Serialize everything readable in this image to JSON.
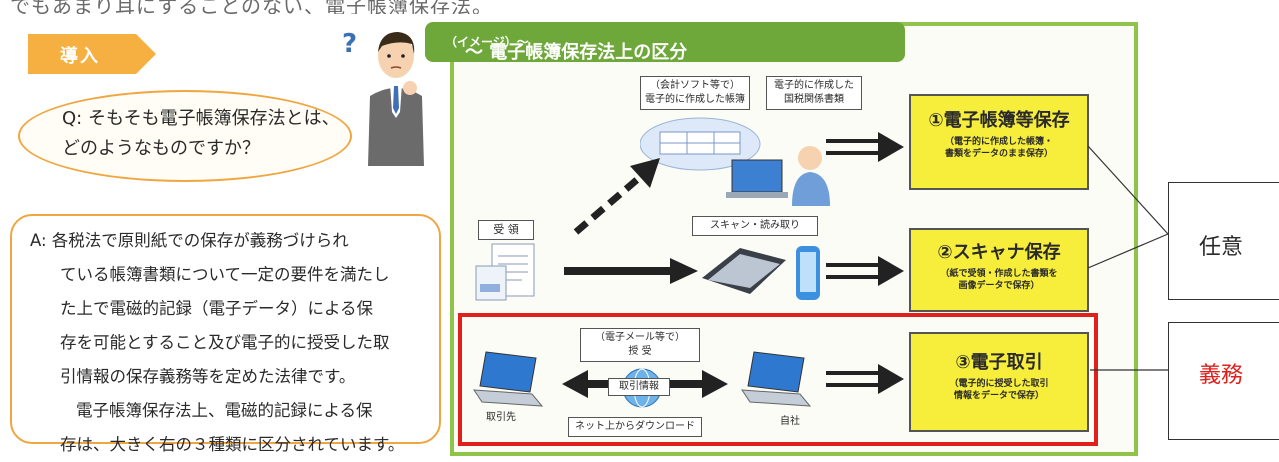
{
  "top_text": "でもあまり耳にすることのない、電子帳簿保存法。",
  "intro_label": "導入",
  "question": {
    "line1": "Q: そもそも電子帳簿保存法とは、",
    "line2": "どのようなものですか？"
  },
  "answer": {
    "lines": [
      "A: 各税法で原則紙での保存が義務づけられ",
      "ている帳簿書類について一定の要件を満たし",
      "た上で電磁的記録（電子データ）による保",
      "存を可能とすること及び電子的に授受した取",
      "引情報の保存義務等を定めた法律です。",
      "電子帳簿保存法上、電磁的記録による保",
      "存は、大きく右の３種類に区分されています。"
    ]
  },
  "diagram": {
    "title": "〜 電子帳簿保存法上の区分",
    "title_suffix": "（イメージ）〜",
    "label_accounting": {
      "line1": "（会計ソフト等で）",
      "line2": "電子的に作成した帳簿"
    },
    "label_tax_docs": {
      "line1": "電子的に作成した",
      "line2": "国税関係書類"
    },
    "label_receipt": "受 領",
    "label_scan": "スキャン・読み取り",
    "label_email": {
      "line1": "（電子メール等で）",
      "line2": "授 受"
    },
    "label_trade_info": "取引情報",
    "label_download": "ネット上からダウンロード",
    "label_partner": "取引先",
    "label_self": "自社",
    "boxes": [
      {
        "heading": "①電子帳簿等保存",
        "sub1": "（電子的に作成した帳簿・",
        "sub2": "書類をデータのまま保存）"
      },
      {
        "heading": "②スキャナ保存",
        "sub1": "（紙で受領・作成した書類を",
        "sub2": "画像データで保存）"
      },
      {
        "heading": "③電子取引",
        "sub1": "（電子的に授受した取引",
        "sub2": "情報をデータで保存）"
      }
    ]
  },
  "side": {
    "optional": "任意",
    "mandatory": "義務"
  },
  "colors": {
    "accent_orange": "#f0a640",
    "green": "#6fa83a",
    "yellow": "#f7ee3c",
    "red": "#e0201c"
  }
}
